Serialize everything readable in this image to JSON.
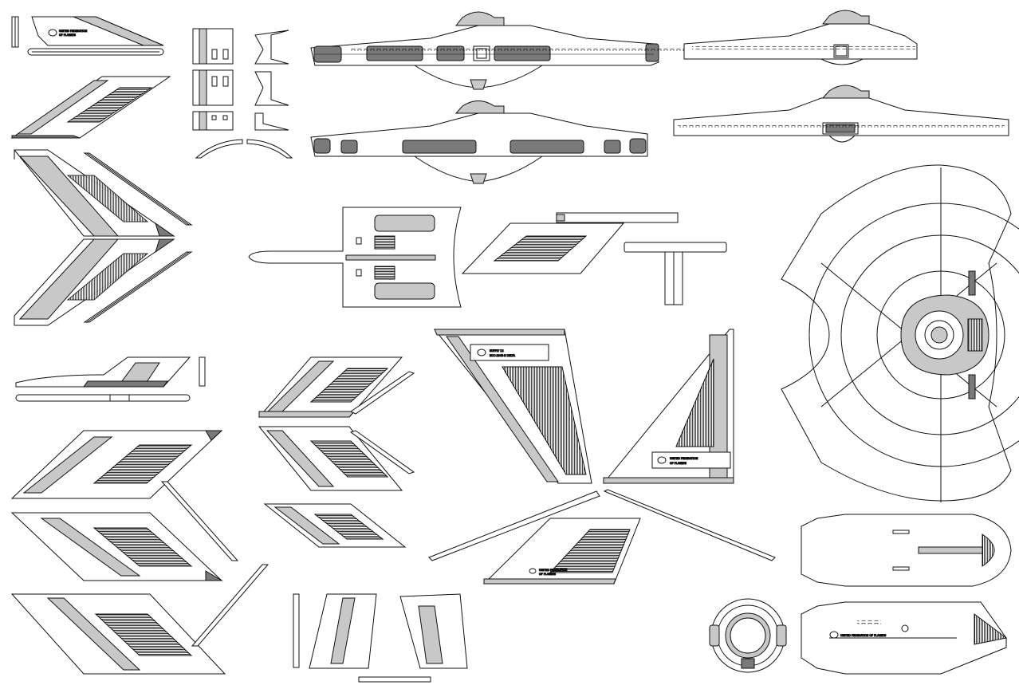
{
  "sheet": {
    "title": "",
    "decal_labels": {
      "ufp_full": "UNITED FEDERATION OF PLANETS",
      "ufp_line1": "UNITED FEDERATION",
      "ufp_line2": "OF PLANETS",
      "ufp_line1_b": "UNITED FEDERATION",
      "ufp_line2_b": "OF PLANETS",
      "fin_line1": "SUPPLY 12",
      "fin_line2": "NCC-1845-B DELTA"
    },
    "colors": {
      "line": "#111111",
      "panel_gray": "#c8c8c8",
      "dark_gray": "#7a7a7a",
      "background": "#ffffff"
    }
  }
}
